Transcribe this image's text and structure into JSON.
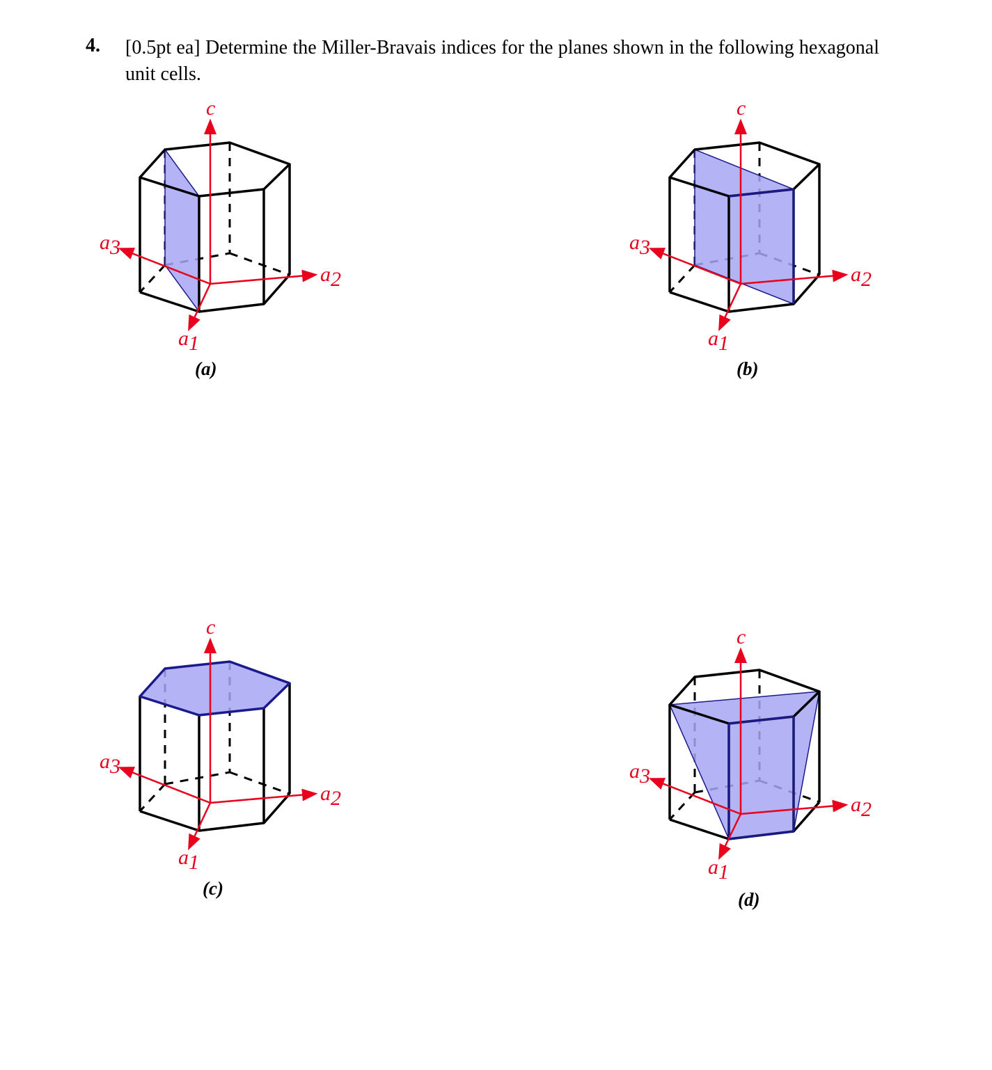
{
  "question": {
    "number": "4.",
    "text": "[0.5pt ea] Determine the Miller-Bravais indices for the planes shown in the following hexagonal unit cells."
  },
  "axis_labels": {
    "c": "c",
    "a1": "a",
    "a1_sub": "1",
    "a2": "a",
    "a2_sub": "2",
    "a3": "a",
    "a3_sub": "3"
  },
  "figures": [
    {
      "caption": "(a)"
    },
    {
      "caption": "(b)"
    },
    {
      "caption": "(c)"
    },
    {
      "caption": "(d)"
    }
  ],
  "colors": {
    "axis": "#e8001c",
    "plane_fill": "#a6a6f5",
    "plane_edge": "#1a1a8c",
    "edge": "#000000"
  }
}
